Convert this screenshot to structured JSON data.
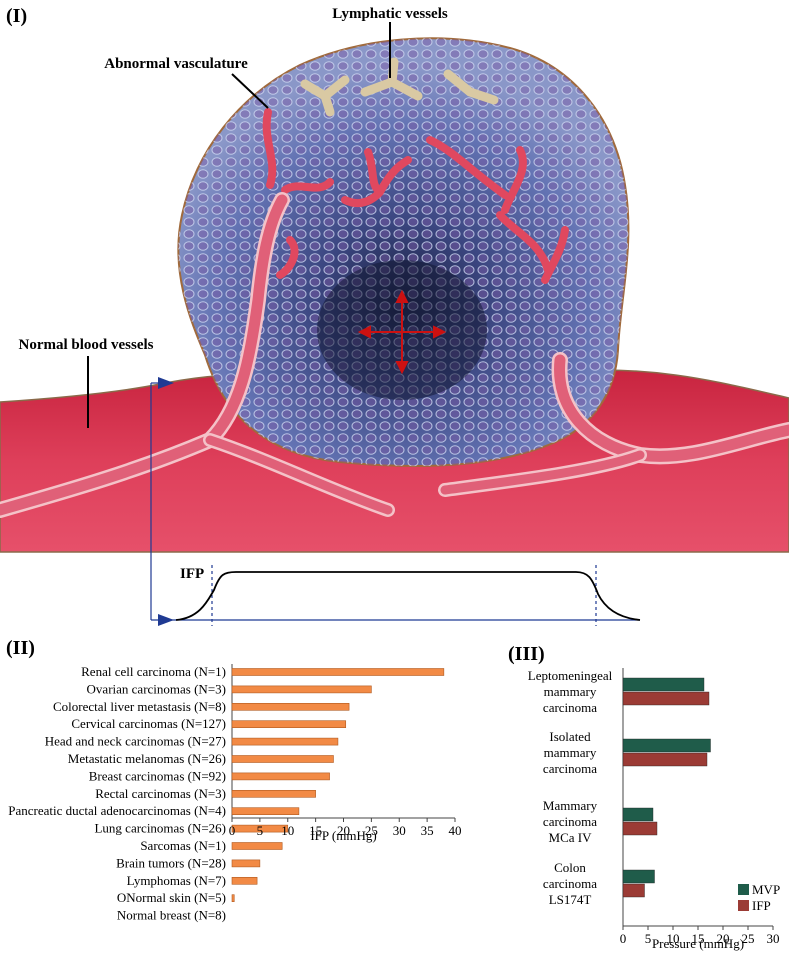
{
  "panels": {
    "panel1": "(I)",
    "panel2": "(II)",
    "panel3": "(III)"
  },
  "diagram": {
    "labels": {
      "lymphatic": "Lymphatic vessels",
      "abnormal": "Abnormal vasculature",
      "normal": "Normal blood vessels",
      "ifp": "IFP"
    },
    "colors": {
      "tissue": "#d6334f",
      "tumor": "#5a6aa8",
      "core": "#1a2040",
      "vessel": "#e8566c",
      "lymph": "#d9c9a3",
      "pressure_line": "#1f3a93",
      "arrows": "#cc1111"
    }
  },
  "chart_data": [
    {
      "type": "bar",
      "orientation": "horizontal",
      "categories": [
        "Renal cell carcinoma (N=1)",
        "Ovarian carcinomas (N=3)",
        "Colorectal liver metastasis (N=8)",
        "Cervical carcinomas (N=127)",
        "Head and neck carcinomas (N=27)",
        "Metastatic melanomas (N=26)",
        "Breast carcinomas (N=92)",
        "Rectal carcinomas (N=3)",
        "Pancreatic ductal adenocarcinomas (N=4)",
        "Lung carcinomas (N=26)",
        "Sarcomas (N=1)",
        "Brain tumors (N=28)",
        "Lymphomas (N=7)",
        "ONormal skin (N=5)",
        "Normal breast (N=8)"
      ],
      "values": [
        38,
        25,
        21,
        20.4,
        19,
        18.2,
        17.5,
        15,
        12,
        10,
        9,
        5,
        4.5,
        0.4,
        0
      ],
      "xlabel": "IFP (mmHg)",
      "xlim": [
        0,
        40
      ],
      "xticks": [
        "0",
        "5",
        "10",
        "15",
        "20",
        "25",
        "30",
        "35",
        "40"
      ],
      "color": "#f28a45"
    },
    {
      "type": "bar",
      "orientation": "horizontal",
      "groups": [
        "Leptomeningeal mammary carcinoma",
        "Isolated mammary carcinoma",
        "Mammary carcinoma MCa IV",
        "Colon carcinoma LS174T"
      ],
      "group_lines": [
        [
          "Leptomeningeal",
          "mammary",
          "carcinoma"
        ],
        [
          "Isolated",
          "mammary",
          "carcinoma"
        ],
        [
          "Mammary",
          "carcinoma",
          "MCa IV"
        ],
        [
          "Colon",
          "carcinoma",
          "LS174T"
        ]
      ],
      "series": [
        {
          "name": "MVP",
          "color": "#1f5c4a",
          "values": [
            16.2,
            17.5,
            6,
            6.3
          ]
        },
        {
          "name": "IFP",
          "color": "#9b3b35",
          "values": [
            17.2,
            16.8,
            6.8,
            4.3
          ]
        }
      ],
      "xlabel": "Pressure (mmHg)",
      "xlim": [
        0,
        30
      ],
      "xticks": [
        "0",
        "5",
        "10",
        "15",
        "20",
        "25",
        "30"
      ],
      "legend": "bottom-right"
    }
  ]
}
